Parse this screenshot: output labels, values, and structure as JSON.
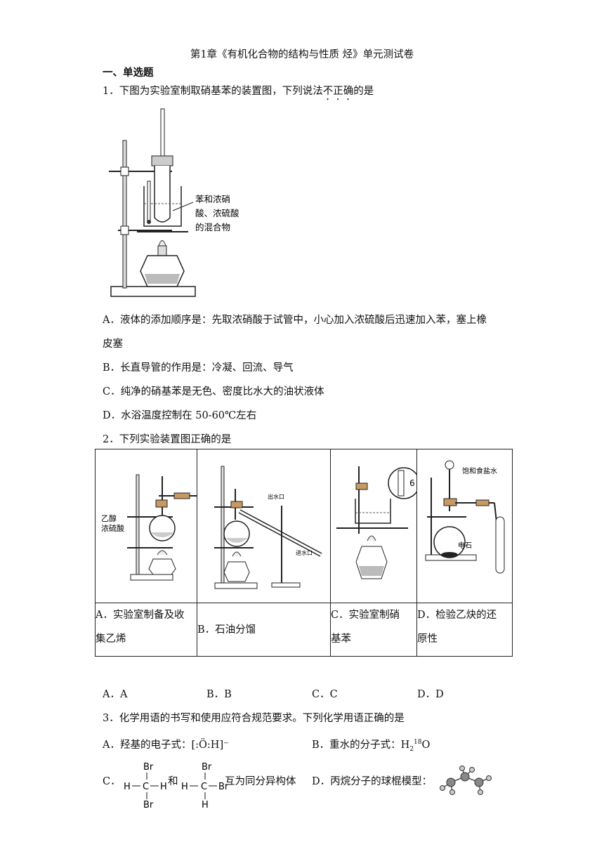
{
  "doc": {
    "title": "第1章《有机化合物的结构与性质 烃》单元测试卷",
    "section": "一、单选题"
  },
  "q1": {
    "stem_pre": "1．下图为实验室制取硝基苯的装置图，下列说法",
    "stem_emph": "不正确",
    "stem_post": "的是",
    "figure_label_1": "苯和浓硝",
    "figure_label_2": "酸、浓硫酸",
    "figure_label_3": "的混合物",
    "options": {
      "A_line1": "A．液体的添加顺序是：先取浓硝酸于试管中，小心加入浓硫酸后迅速加入苯，塞上橡",
      "A_line2": "皮塞",
      "B": "B．长直导管的作用是：冷凝、回流、导气",
      "C": "C．纯净的硝基苯是无色、密度比水大的油状液体",
      "D": "D．水浴温度控制在 50-60℃左右"
    }
  },
  "q2": {
    "stem": "2．下列实验装置图正确的是",
    "cells": [
      {
        "caption_1": "A．实验室制备及收",
        "caption_2": "集乙烯",
        "label_1": "乙醇",
        "label_2": "浓硫酸"
      },
      {
        "caption_1": "B．石油分馏",
        "caption_2": "",
        "label_1": "出水口",
        "label_2": "进水口"
      },
      {
        "caption_1": "C．实验室制硝",
        "caption_2": "基苯",
        "label_1": "6",
        "label_2": ""
      },
      {
        "caption_1": "D．检验乙炔的还",
        "caption_2": "原性",
        "label_1": "饱和食盐水",
        "label_2": "电石"
      }
    ],
    "answers": {
      "A": "A．A",
      "B": "B．B",
      "C": "C．C",
      "D": "D．D"
    }
  },
  "q3": {
    "stem": "3．化学用语的书写和使用应符合规范要求。下列化学用语正确的是",
    "A_pre": "A．羟基的电子式：",
    "A_formula": "[:Ö:H]⁻",
    "B_pre": "B．重水的分子式：H",
    "B_sub": "2",
    "B_sup": "18",
    "B_post": "O",
    "C_pre": "C．",
    "C_mid": "和",
    "C_post": "互为同分异构体",
    "D": "D．丙烷分子的球棍模型："
  }
}
